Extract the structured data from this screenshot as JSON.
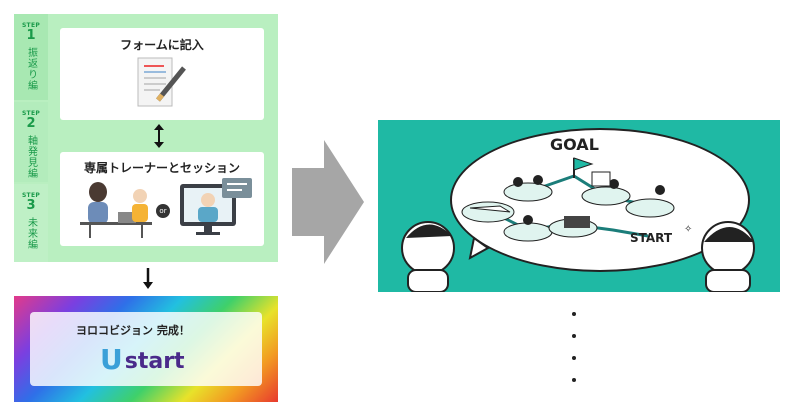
{
  "steps": [
    {
      "label": "STEP",
      "num": "1",
      "text": "振返り編"
    },
    {
      "label": "STEP",
      "num": "2",
      "text": "軸発見編"
    },
    {
      "label": "STEP",
      "num": "3",
      "text": "未来編"
    }
  ],
  "card1": {
    "title": "フォームに記入"
  },
  "card2": {
    "title": "専属トレーナーとセッション",
    "or_label": "or"
  },
  "result": {
    "title": "ヨロコビジョン 完成！",
    "logo_u": "U",
    "logo_text": "start"
  },
  "illustration": {
    "goal_label": "GOAL",
    "start_label": "START"
  },
  "colors": {
    "step_green": "#1a9a4a",
    "panel_green": "#b9efc0",
    "teal": "#1fb9a4",
    "arrow_gray": "#a6a6a6"
  }
}
